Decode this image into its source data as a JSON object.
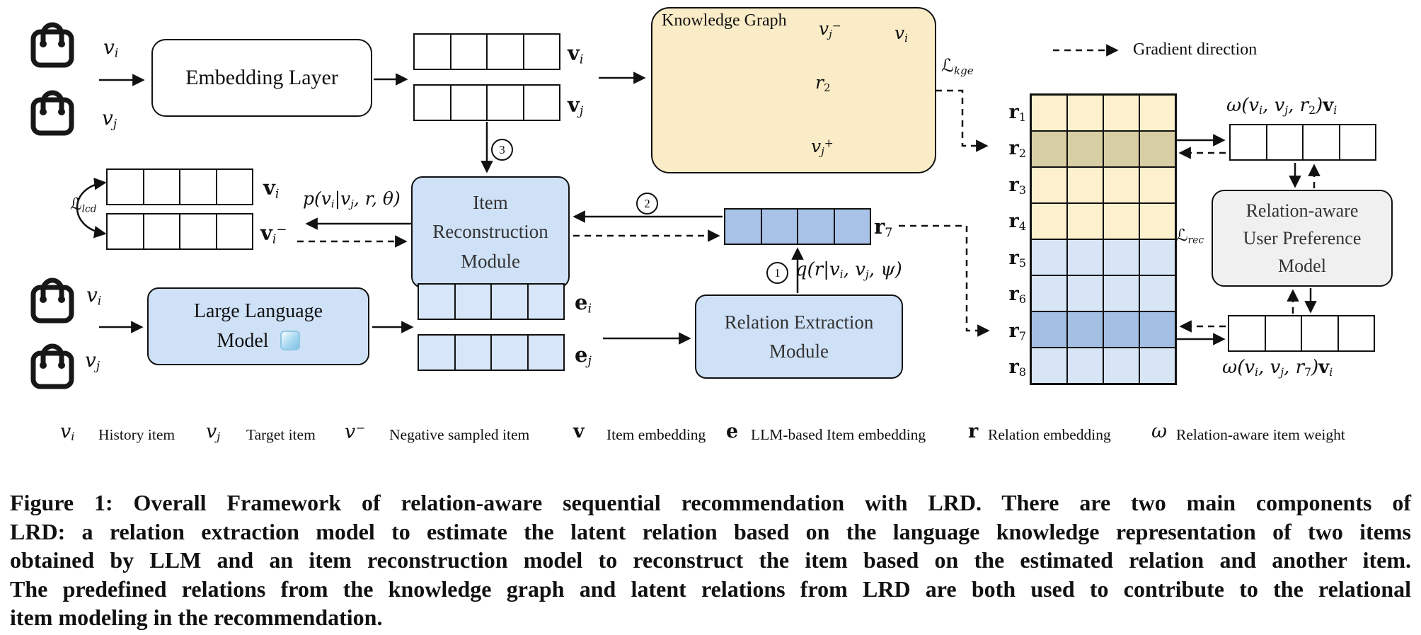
{
  "colors": {
    "kg_fill": "#faecc7",
    "box_blue": "#cfe1f7",
    "cell_blue": "#d7e6f8",
    "r7_cell": "#a9c3e8",
    "model_gray": "#f0f0f0",
    "stroke": "#111111",
    "matrix_rows": [
      "#fcf0cd",
      "#d8cea3",
      "#fcf0cd",
      "#fcf0cd",
      "#d8e5f6",
      "#d8e5f6",
      "#a3bfe4",
      "#d8e5f6"
    ]
  },
  "icons": {
    "llm_frozen": "ice-cube-icon",
    "item": "shopping-bag-icon"
  },
  "diagram": {
    "embedding_layer": "Embedding Layer",
    "kg_title": "Knowledge Graph",
    "gradient_legend": "Gradient direction",
    "irm_lines": [
      "Item",
      "Reconstruction",
      "Module"
    ],
    "rem_lines": [
      "Relation Extraction",
      "Module"
    ],
    "llm_lines": [
      "Large Language",
      "Model"
    ],
    "upm_lines": [
      "Relation-aware",
      "User Preference",
      "Model"
    ],
    "steps": [
      "1",
      "2",
      "3"
    ],
    "labels": {
      "vi_in": [
        {
          "t": "v"
        },
        {
          "t": "i",
          "m": "sub"
        }
      ],
      "vj_in": [
        {
          "t": "v"
        },
        {
          "t": "j",
          "m": "sub"
        }
      ],
      "vvi": [
        {
          "t": "v",
          "m": "b"
        },
        {
          "t": "i",
          "m": "sub"
        }
      ],
      "vvj": [
        {
          "t": "v",
          "m": "b"
        },
        {
          "t": "j",
          "m": "sub"
        }
      ],
      "vvi_neg": [
        {
          "t": "v",
          "m": "b"
        },
        {
          "t": "i",
          "m": "sub"
        },
        {
          "t": "−",
          "m": "sup"
        }
      ],
      "eei": [
        {
          "t": "e",
          "m": "b"
        },
        {
          "t": "i",
          "m": "sub"
        }
      ],
      "eej": [
        {
          "t": "e",
          "m": "b"
        },
        {
          "t": "j",
          "m": "sub"
        }
      ],
      "r7vec": [
        {
          "t": "r",
          "m": "b"
        },
        {
          "t": "7",
          "m": "subn"
        }
      ],
      "kg_vj_neg": [
        {
          "t": "v"
        },
        {
          "t": "j",
          "m": "sub"
        },
        {
          "t": "−",
          "m": "sup"
        }
      ],
      "kg_vi": [
        {
          "t": "v"
        },
        {
          "t": "i",
          "m": "sub"
        }
      ],
      "kg_vj_pos": [
        {
          "t": "v"
        },
        {
          "t": "j",
          "m": "sub"
        },
        {
          "t": "+",
          "m": "sup"
        }
      ],
      "kg_r2": [
        {
          "t": "r"
        },
        {
          "t": "2",
          "m": "subn"
        }
      ],
      "l_kge": [
        {
          "t": "ℒ"
        },
        {
          "t": "kge",
          "m": "sub"
        }
      ],
      "l_rec": [
        {
          "t": "ℒ"
        },
        {
          "t": "rec",
          "m": "sub"
        }
      ],
      "l_lcd": [
        {
          "t": "ℒ"
        },
        {
          "t": "lcd",
          "m": "sub"
        }
      ],
      "p_formula": [
        {
          "t": "p(v"
        },
        {
          "t": "i",
          "m": "sub"
        },
        {
          "t": "|v"
        },
        {
          "t": "j",
          "m": "sub"
        },
        {
          "t": ", r, θ)"
        }
      ],
      "q_formula": [
        {
          "t": "q(r|v"
        },
        {
          "t": "i",
          "m": "sub"
        },
        {
          "t": ", v"
        },
        {
          "t": "j",
          "m": "sub"
        },
        {
          "t": ", ψ)"
        }
      ],
      "omega_r2": [
        {
          "t": "ω(v"
        },
        {
          "t": "i",
          "m": "sub"
        },
        {
          "t": ", v"
        },
        {
          "t": "j",
          "m": "sub"
        },
        {
          "t": ", r"
        },
        {
          "t": "2",
          "m": "subn"
        },
        {
          "t": ")"
        },
        {
          "t": "v",
          "m": "b"
        },
        {
          "t": "i",
          "m": "sub"
        }
      ],
      "omega_r7": [
        {
          "t": "ω(v"
        },
        {
          "t": "i",
          "m": "sub"
        },
        {
          "t": ", v"
        },
        {
          "t": "j",
          "m": "sub"
        },
        {
          "t": ", r"
        },
        {
          "t": "7",
          "m": "subn"
        },
        {
          "t": ")"
        },
        {
          "t": "v",
          "m": "b"
        },
        {
          "t": "i",
          "m": "sub"
        }
      ]
    },
    "matrix_row_labels": [
      [
        {
          "t": "r",
          "m": "b"
        },
        {
          "t": "1",
          "m": "subn"
        }
      ],
      [
        {
          "t": "r",
          "m": "b"
        },
        {
          "t": "2",
          "m": "subn"
        }
      ],
      [
        {
          "t": "r",
          "m": "b"
        },
        {
          "t": "3",
          "m": "subn"
        }
      ],
      [
        {
          "t": "r",
          "m": "b"
        },
        {
          "t": "4",
          "m": "subn"
        }
      ],
      [
        {
          "t": "r",
          "m": "b"
        },
        {
          "t": "5",
          "m": "subn"
        }
      ],
      [
        {
          "t": "r",
          "m": "b"
        },
        {
          "t": "6",
          "m": "subn"
        }
      ],
      [
        {
          "t": "r",
          "m": "b"
        },
        {
          "t": "7",
          "m": "subn"
        }
      ],
      [
        {
          "t": "r",
          "m": "b"
        },
        {
          "t": "8",
          "m": "subn"
        }
      ]
    ]
  },
  "legend": [
    {
      "sym": [
        {
          "t": "v"
        },
        {
          "t": "i",
          "m": "sub"
        }
      ],
      "label": "History item"
    },
    {
      "sym": [
        {
          "t": "v"
        },
        {
          "t": "j",
          "m": "sub"
        }
      ],
      "label": "Target item"
    },
    {
      "sym": [
        {
          "t": "v"
        },
        {
          "t": "−",
          "m": "sup"
        }
      ],
      "label": "Negative sampled item"
    },
    {
      "sym": [
        {
          "t": "v",
          "m": "b"
        }
      ],
      "label": "Item embedding"
    },
    {
      "sym": [
        {
          "t": "e",
          "m": "b"
        }
      ],
      "label": "LLM-based Item embedding"
    },
    {
      "sym": [
        {
          "t": "r",
          "m": "b"
        }
      ],
      "label": "Relation embedding"
    },
    {
      "sym": [
        {
          "t": "ω"
        }
      ],
      "label": "Relation-aware item weight"
    }
  ],
  "caption": {
    "lines": [
      "Figure 1: Overall Framework of relation-aware sequential recommendation with LRD. There are two main components of",
      "LRD: a relation extraction model to estimate the latent relation based on the language knowledge representation of two items",
      "obtained by LLM and an item reconstruction model to reconstruct the item based on the estimated relation and another item.",
      "The predefined relations from the knowledge graph and latent relations from LRD are both used to contribute to the relational",
      "item modeling in the recommendation."
    ]
  }
}
